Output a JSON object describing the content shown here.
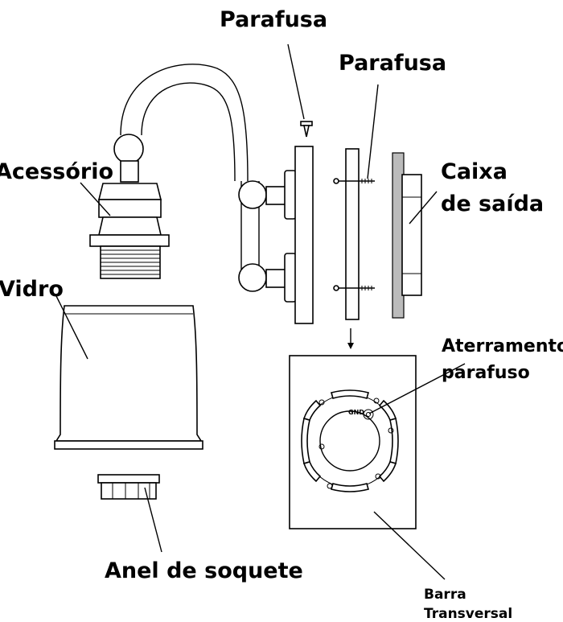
{
  "labels": {
    "screw_top": "Parafusa",
    "screw_side": "Parafusa",
    "fitting": "Acessório",
    "outlet_box_line1": "Caixa",
    "outlet_box_line2": "de saída",
    "glass": "Vidro",
    "ground_screw_line1": "Aterramento",
    "ground_screw_line2": "parafuso",
    "socket_ring": "Anel de soquete",
    "crossbar_line1": "Barra",
    "crossbar_line2": "Transversal",
    "gnd_mark": "GND"
  }
}
